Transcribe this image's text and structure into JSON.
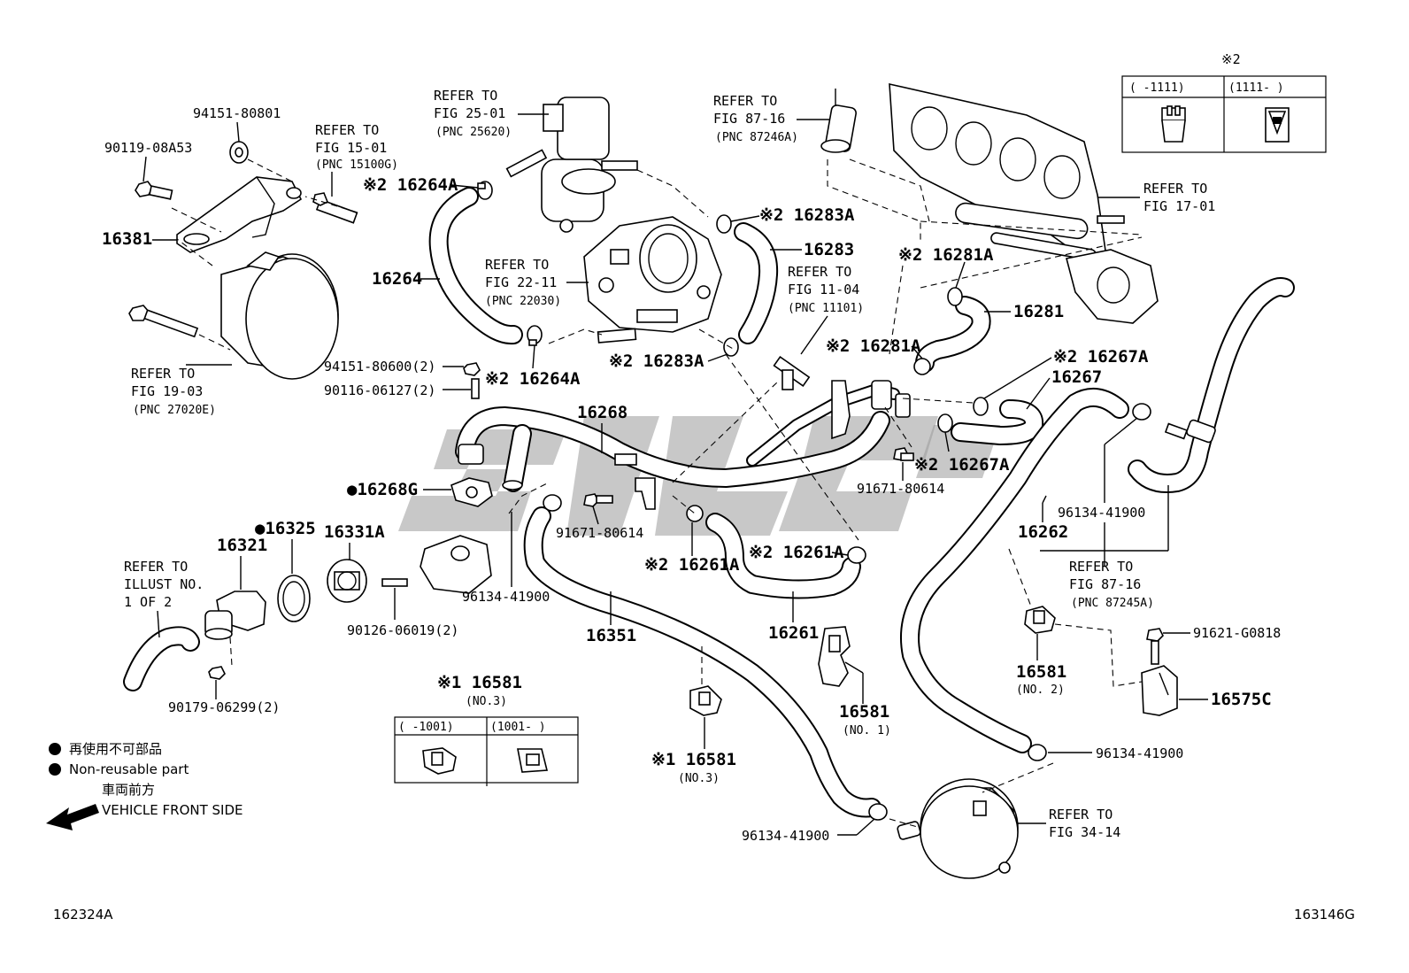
{
  "diagram": {
    "labels": {
      "p16381": "16381",
      "p90119": "90119-08A53",
      "p94151_801": "94151-80801",
      "ref15": [
        "REFER TO",
        "FIG 15-01",
        "(PNC 15100G)"
      ],
      "ref25": [
        "REFER TO",
        "FIG 25-01",
        "(PNC 25620)"
      ],
      "ref87_16a": [
        "REFER TO",
        "FIG 87-16",
        "(PNC 87246A)"
      ],
      "ref17": [
        "REFER TO",
        "FIG 17-01"
      ],
      "ref22": [
        "REFER TO",
        "FIG 22-11",
        "(PNC 22030)"
      ],
      "ref11": [
        "REFER TO",
        "FIG 11-04",
        "(PNC 11101)"
      ],
      "ref19": [
        "REFER TO",
        "FIG 19-03",
        "(PNC 27020E)"
      ],
      "refIllust": [
        "REFER TO",
        "ILLUST NO.",
        "1 OF 2"
      ],
      "ref87_16b": [
        "REFER TO",
        "FIG 87-16",
        "(PNC 87245A)"
      ],
      "ref34": [
        "REFER TO",
        "FIG 34-14"
      ],
      "p16264A_top": "※2 16264A",
      "p16264": "16264",
      "p16264A_bot": "※2 16264A",
      "p16283A_top": "※2 16283A",
      "p16283": "16283",
      "p16283A_bot": "※2 16283A",
      "p16281A_top": "※2 16281A",
      "p16281": "16281",
      "p16281A_bot": "※2 16281A",
      "p16267A_top": "※2 16267A",
      "p16267": "16267",
      "p16267A_bot": "※2 16267A",
      "p94151_600": "94151-80600(2)",
      "p90116": "90116-06127(2)",
      "p16268": "16268",
      "p16268G": "●16268G",
      "p91671_a": "91671-80614",
      "p91671_b": "91671-80614",
      "p16325": "●16325",
      "p16331A": "16331A",
      "p16321": "16321",
      "p90126": "90126-06019(2)",
      "p96134_a": "96134-41900",
      "p16351": "16351",
      "p16261A_a": "※2 16261A",
      "p16261A_b": "※2 16261A",
      "p16261": "16261",
      "p16262": "16262",
      "p96134_b": "96134-41900",
      "p96134_c": "96134-41900",
      "p96134_d": "96134-41900",
      "p91621": "91621-G0818",
      "p16575C": "16575C",
      "p16581_no2": [
        "16581",
        "(NO. 2)"
      ],
      "p16581_no1": [
        "16581",
        "(NO. 1)"
      ],
      "p16581_no3a": [
        "※1 16581",
        "(NO.3)"
      ],
      "p16581_no3b": [
        "※1 16581",
        "(NO.3)"
      ],
      "p90179": "90179-06299(2)",
      "mark2": "※2"
    },
    "table_no2": {
      "col1": "(      -1111)",
      "col2": "(1111-      )"
    },
    "table_no3": {
      "col1": "(      -1001)",
      "col2": "(1001-      )"
    },
    "legend": {
      "jp": "再使用不可部品",
      "en": "Non-reusable part",
      "dir_jp": "車両前方",
      "dir_en": "VEHICLE FRONT SIDE"
    },
    "codes": {
      "left": "162324A",
      "right": "163146G"
    },
    "watermark_color": "#9a9a9a"
  }
}
